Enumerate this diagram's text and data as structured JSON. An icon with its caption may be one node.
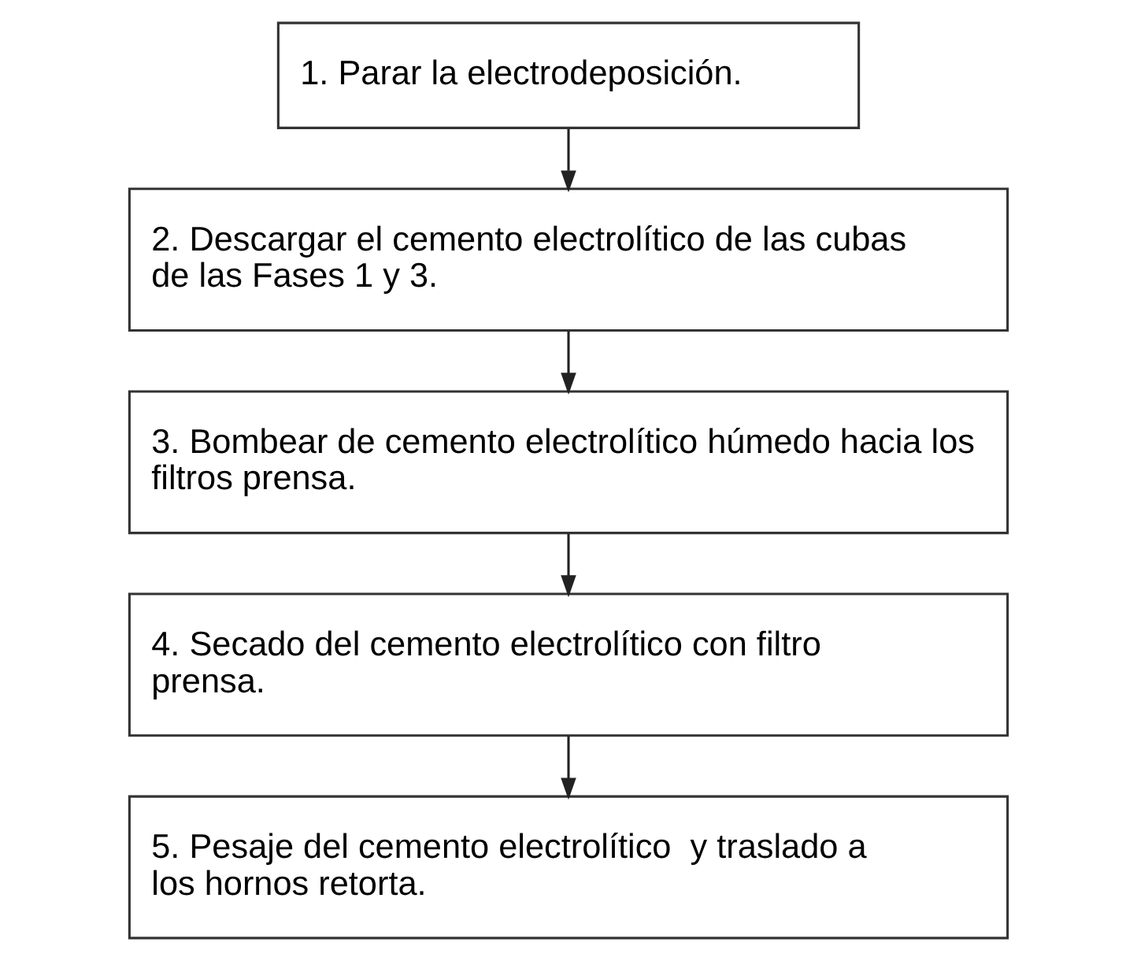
{
  "diagram": {
    "nodes": [
      {
        "text": [
          "1. Parar la electrodeposición."
        ]
      },
      {
        "text": [
          "2. Descargar el cemento electrolítico de las cubas de las Fases 1 y 3."
        ]
      },
      {
        "text": [
          "3. Bombear de cemento electrolítico húmedo hacia los filtros prensa."
        ]
      },
      {
        "text": [
          "4. Secado del cemento electrolítico con filtro prensa."
        ]
      },
      {
        "text": [
          "5. Pesaje del cemento electrolítico  y traslado a los hornos retorta."
        ]
      }
    ],
    "edges": [
      {
        "from": 0,
        "to": 1,
        "arrow": "to"
      },
      {
        "from": 1,
        "to": 2,
        "arrow": "to"
      },
      {
        "from": 2,
        "to": 3,
        "arrow": "to"
      },
      {
        "from": 3,
        "to": 4,
        "arrow": "to"
      }
    ]
  }
}
